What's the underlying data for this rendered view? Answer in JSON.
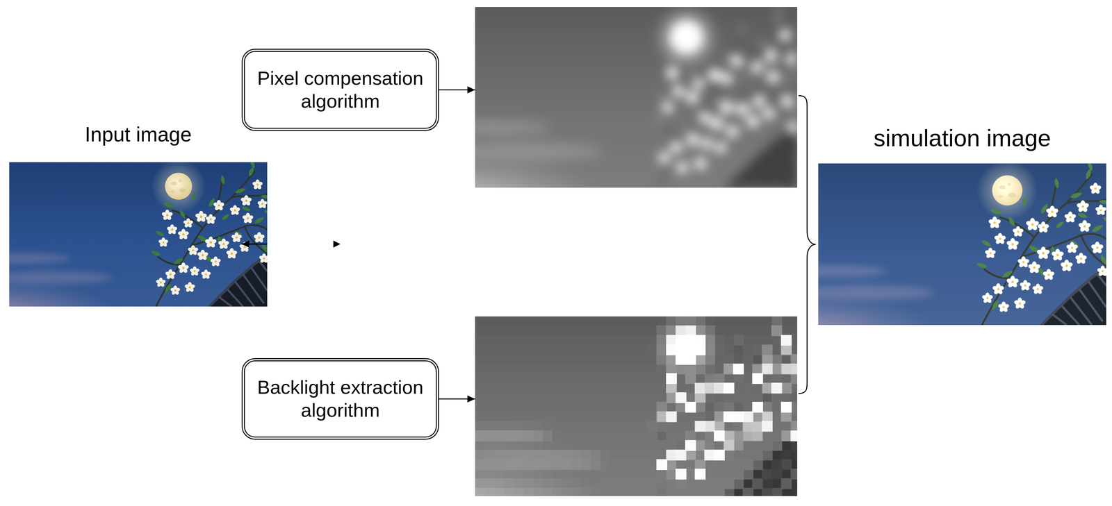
{
  "diagram": {
    "nodes": [
      {
        "text": [
          "Input image"
        ]
      },
      {
        "text": [
          "Pixel compensation algorithm"
        ]
      },
      {
        "text": [
          "Backlight extraction algorithm"
        ]
      },
      {
        "text": [
          "simulation image"
        ]
      }
    ],
    "edges": [
      {
        "from": 0,
        "to": 1,
        "arrow": "to"
      },
      {
        "from": 0,
        "to": 2,
        "arrow": "to"
      }
    ]
  }
}
